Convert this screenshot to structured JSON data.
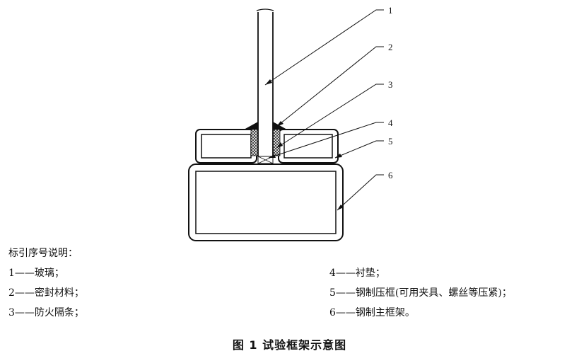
{
  "callouts": [
    "1",
    "2",
    "3",
    "4",
    "5",
    "6"
  ],
  "legend": {
    "title": "标引序号说明：",
    "items": [
      {
        "num": "1",
        "text": "1——玻璃；"
      },
      {
        "num": "2",
        "text": "2——密封材料；"
      },
      {
        "num": "3",
        "text": "3——防火隔条；"
      },
      {
        "num": "4",
        "text": "4——衬垫；"
      },
      {
        "num": "5",
        "text": "5——钢制压框(可用夹具、螺丝等压紧)；"
      },
      {
        "num": "6",
        "text": "6——钢制主框架。"
      }
    ]
  },
  "caption": "图 1   试验框架示意图"
}
